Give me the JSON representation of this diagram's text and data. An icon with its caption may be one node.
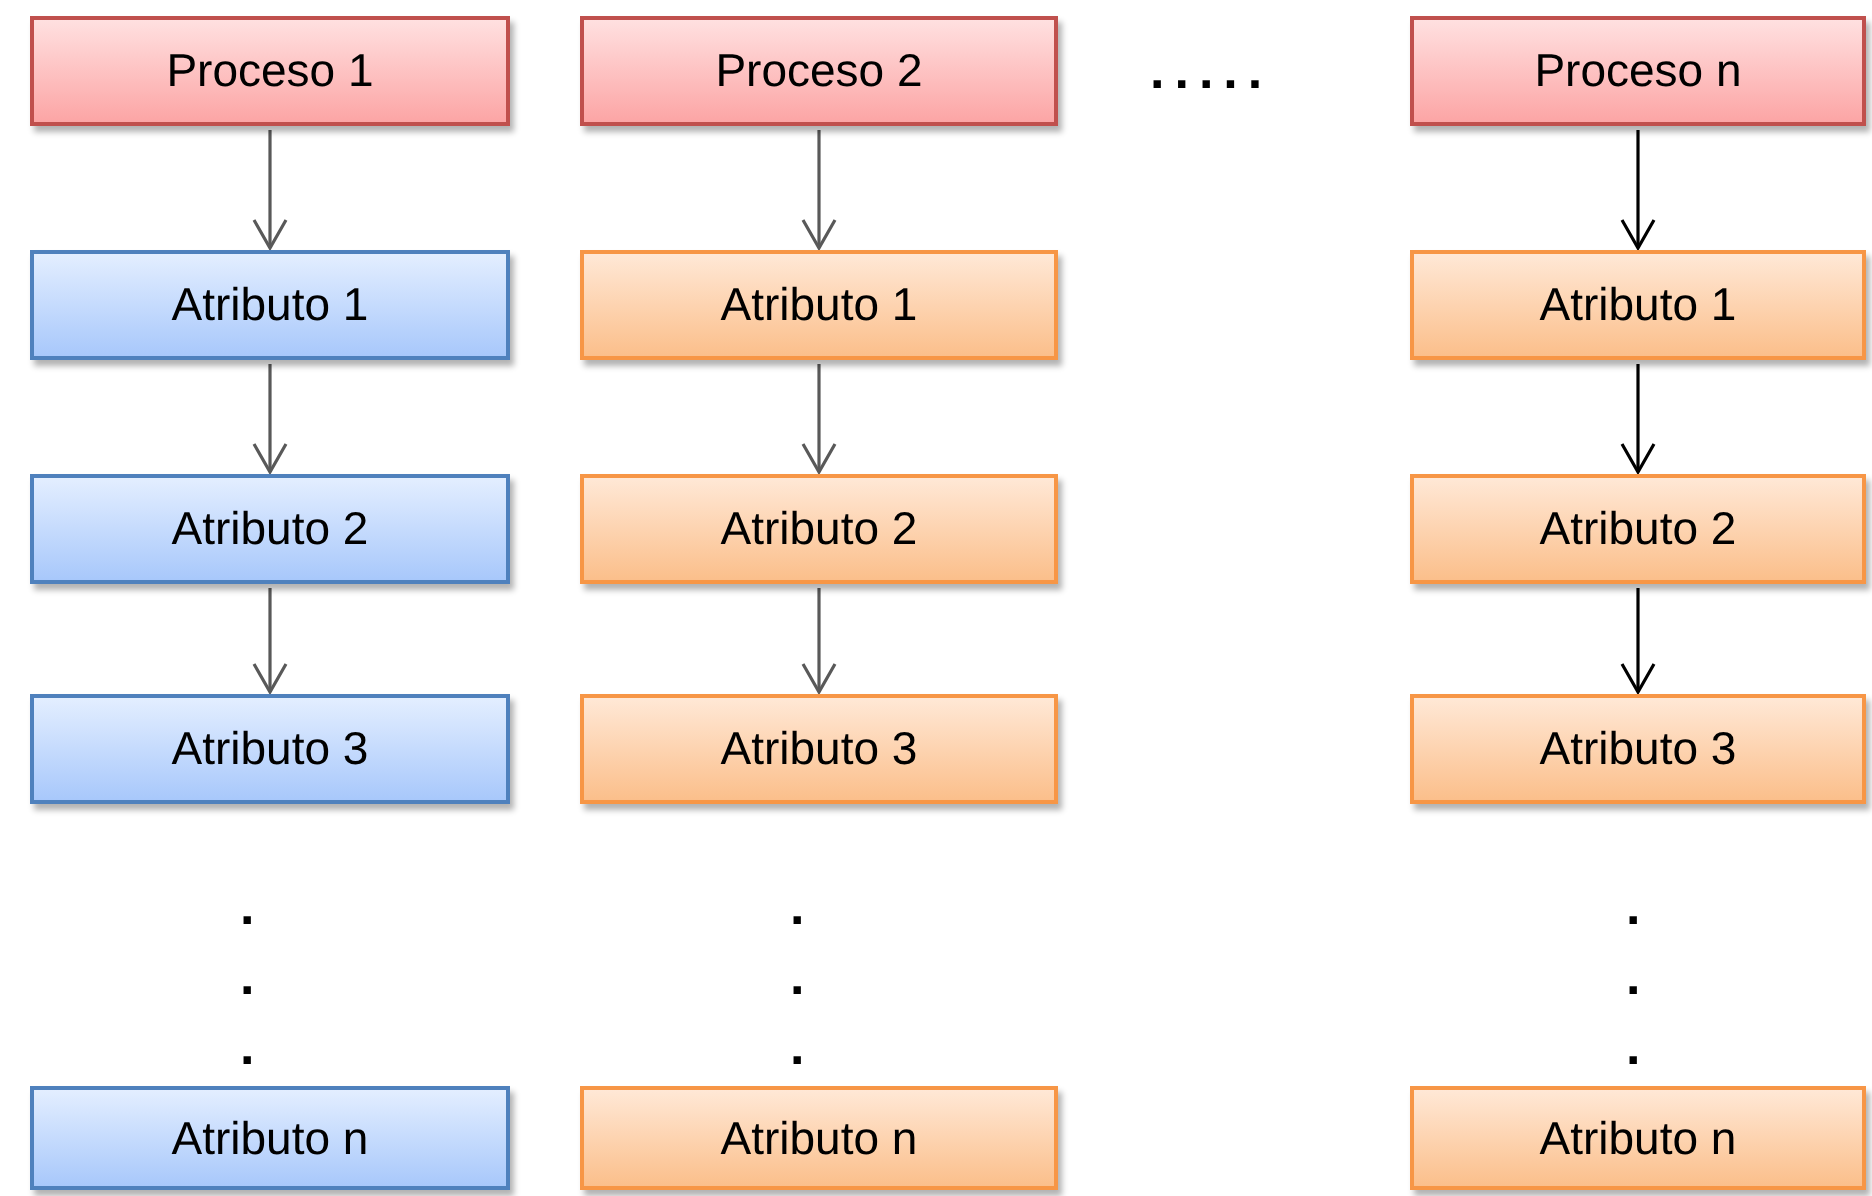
{
  "diagram": {
    "nodes": [
      {
        "text": [
          "Proceso 1"
        ]
      },
      {
        "text": [
          "Atributo 1"
        ]
      },
      {
        "text": [
          "Atributo 2"
        ]
      },
      {
        "text": [
          "Atributo 3"
        ]
      },
      {
        "text": [
          "Atributo n"
        ]
      },
      {
        "text": [
          "Proceso 2"
        ]
      },
      {
        "text": [
          "Atributo 1"
        ]
      },
      {
        "text": [
          "Atributo 2"
        ]
      },
      {
        "text": [
          "Atributo 3"
        ]
      },
      {
        "text": [
          "Atributo n"
        ]
      },
      {
        "text": [
          "Proceso n"
        ]
      },
      {
        "text": [
          "Atributo 1"
        ]
      },
      {
        "text": [
          "Atributo 2"
        ]
      },
      {
        "text": [
          "Atributo 3"
        ]
      },
      {
        "text": [
          "Atributo n"
        ]
      }
    ],
    "edges": [
      {
        "from": 0,
        "to": 1,
        "arrow": "to"
      },
      {
        "from": 1,
        "to": 2,
        "arrow": "to"
      },
      {
        "from": 2,
        "to": 3,
        "arrow": "to"
      },
      {
        "from": 5,
        "to": 6,
        "arrow": "to"
      },
      {
        "from": 6,
        "to": 7,
        "arrow": "to"
      },
      {
        "from": 7,
        "to": 8,
        "arrow": "to"
      },
      {
        "from": 10,
        "to": 11,
        "arrow": "to",
        "color": "#000000"
      },
      {
        "from": 11,
        "to": 12,
        "arrow": "to",
        "color": "#000000"
      },
      {
        "from": 12,
        "to": 13,
        "arrow": "to",
        "color": "#000000"
      }
    ],
    "labels": [
      ".....",
      ".",
      ".",
      ".",
      ".",
      ".",
      ".",
      ".",
      ".",
      "."
    ]
  }
}
